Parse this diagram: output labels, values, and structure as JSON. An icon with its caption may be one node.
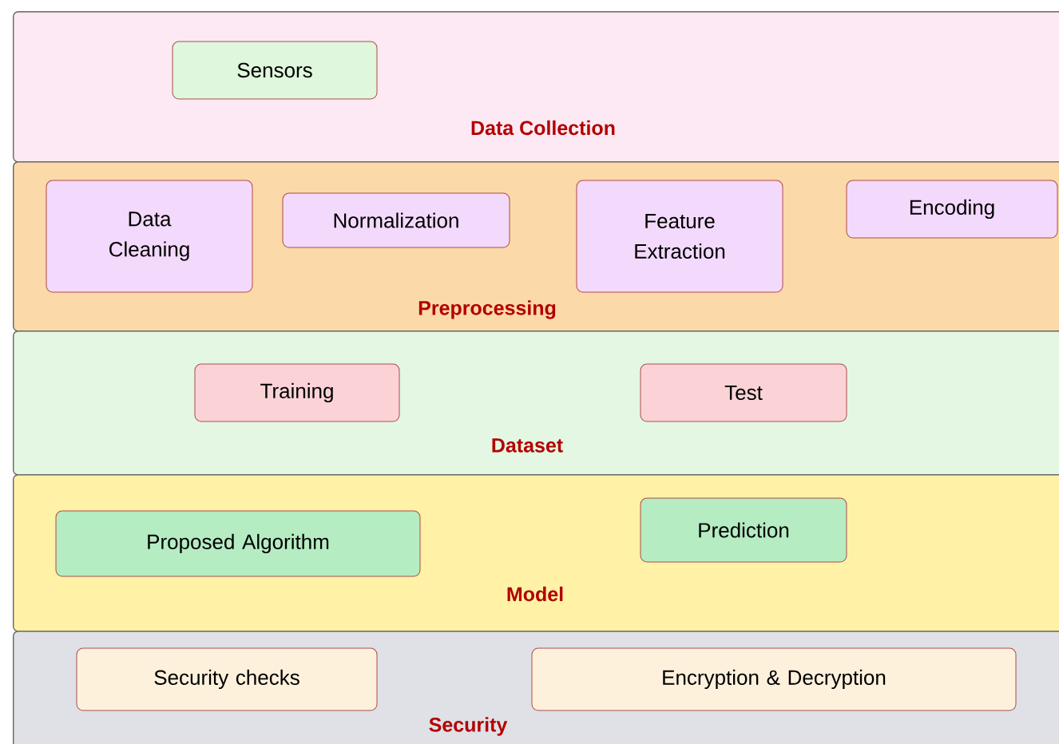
{
  "diagram": {
    "nodes": [
      {
        "text": [
          "Data Collection"
        ]
      },
      {
        "text": [
          "Sensors"
        ],
        "in": 0
      },
      {
        "text": [
          "Preprocessing"
        ]
      },
      {
        "text": [
          "Data Cleaning"
        ],
        "in": 2
      },
      {
        "text": [
          "Normalization"
        ],
        "in": 2
      },
      {
        "text": [
          "Feature Extraction"
        ],
        "in": 2
      },
      {
        "text": [
          "Encoding"
        ],
        "in": 2
      },
      {
        "text": [
          "Dataset"
        ]
      },
      {
        "text": [
          "Training"
        ],
        "in": 7
      },
      {
        "text": [
          "Test"
        ],
        "in": 7
      },
      {
        "text": [
          "Model"
        ]
      },
      {
        "text": [
          "Proposed Algorithm"
        ],
        "in": 10
      },
      {
        "text": [
          "Prediction"
        ],
        "in": 10
      },
      {
        "text": [
          "Security"
        ]
      },
      {
        "text": [
          "Security checks"
        ],
        "in": 13
      },
      {
        "text": [
          "Encryption & Decryption"
        ],
        "in": 13
      }
    ]
  }
}
